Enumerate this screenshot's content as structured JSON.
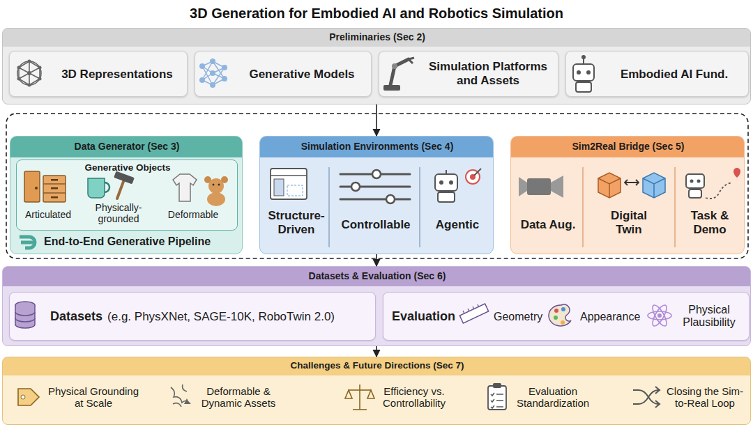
{
  "diagram": {
    "title": "3D Generation for Embodied AI and Robotics Simulation",
    "nodes": [
      {
        "text": [
          "Preliminaries (Sec 2)"
        ]
      },
      {
        "text": [
          "3D Representations"
        ],
        "in": 0
      },
      {
        "text": [
          "Generative Models"
        ],
        "in": 0
      },
      {
        "text": [
          "Simulation Platforms and Assets"
        ],
        "in": 0
      },
      {
        "text": [
          "Embodied AI Fund."
        ],
        "in": 0
      },
      {
        "text": [
          "Data Generator (Sec 3)",
          "End-to-End Generative Pipeline"
        ]
      },
      {
        "text": [
          "Generative Objects",
          "Articulated",
          "Physically-grounded",
          "Deformable"
        ],
        "in": 5
      },
      {
        "text": [
          "Simulation Environments (Sec 4)",
          "Structure-Driven",
          "Controllable",
          "Agentic"
        ]
      },
      {
        "text": [
          "Sim2Real Bridge (Sec 5)",
          "Data Aug.",
          "Digital Twin",
          "Task & Demo"
        ]
      },
      {
        "text": [
          "Datasets & Evaluation (Sec 6)"
        ]
      },
      {
        "text": [
          "Datasets",
          "(e.g. PhysXNet, SAGE-10K, RoboTwin 2.0)"
        ],
        "in": 9
      },
      {
        "text": [
          "Evaluation",
          "Geometry",
          "Appearance",
          "Physical Plausibility"
        ],
        "in": 9
      },
      {
        "text": [
          "Challenges & Future Directions (Sec 7)",
          "Physical Grounding at Scale",
          "Deformable & Dynamic Assets",
          "Efficiency vs. Controllability",
          "Evaluation Standardization",
          "Closing the Sim-to-Real Loop"
        ]
      }
    ],
    "edges": [
      {
        "from": 0,
        "to": 7,
        "arrow": "to"
      },
      {
        "from": 7,
        "to": 9,
        "arrow": "to"
      },
      {
        "from": 9,
        "to": 12,
        "arrow": "to"
      }
    ]
  }
}
